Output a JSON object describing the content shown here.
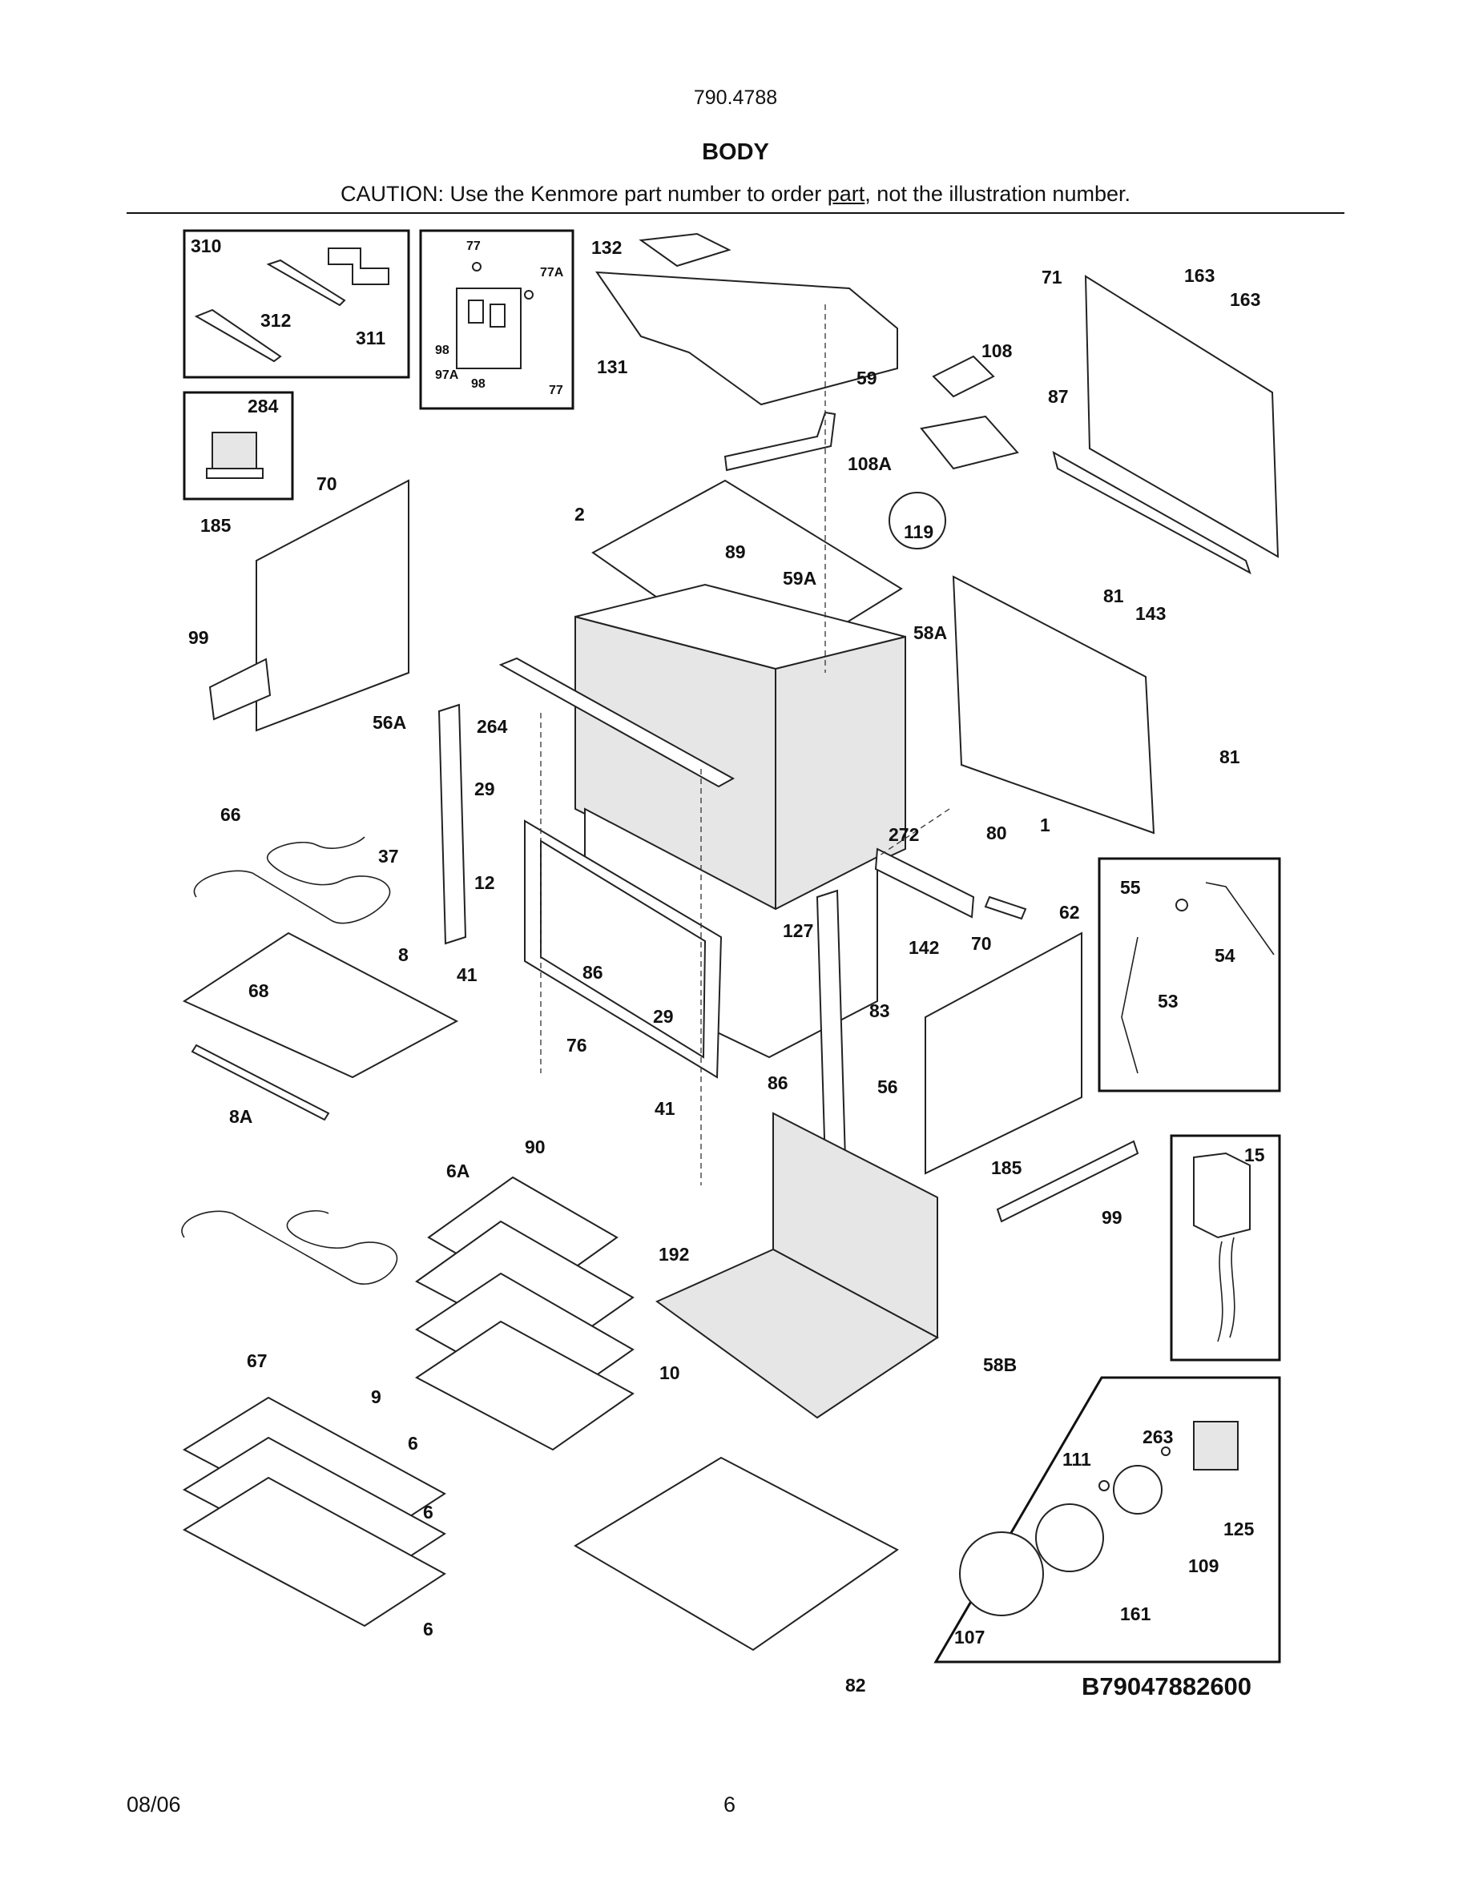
{
  "header": {
    "model_number": "790.4788",
    "section_title": "BODY",
    "caution_prefix": "CAUTION: Use the Kenmore part number to order ",
    "caution_underlined": "part",
    "caution_suffix": ", not the illustration number."
  },
  "diagram": {
    "labels": [
      "310",
      "312",
      "311",
      "77",
      "77A",
      "98",
      "97A",
      "98",
      "77",
      "132",
      "131",
      "163",
      "163",
      "71",
      "108",
      "59",
      "87",
      "284",
      "108A",
      "70",
      "185",
      "2",
      "119",
      "89",
      "59A",
      "81",
      "143",
      "99",
      "58A",
      "56A",
      "264",
      "81",
      "66",
      "29",
      "37",
      "12",
      "272",
      "80",
      "1",
      "55",
      "62",
      "54",
      "127",
      "8",
      "68",
      "41",
      "86",
      "142",
      "70",
      "53",
      "83",
      "29",
      "76",
      "86",
      "41",
      "56",
      "8A",
      "90",
      "185",
      "99",
      "15",
      "6A",
      "192",
      "67",
      "10",
      "9",
      "58B",
      "6",
      "263",
      "111",
      "6",
      "125",
      "109",
      "161",
      "6",
      "107",
      "82"
    ],
    "drawing_code": "B79047882600"
  },
  "footer": {
    "date": "08/06",
    "page_number": "6"
  }
}
